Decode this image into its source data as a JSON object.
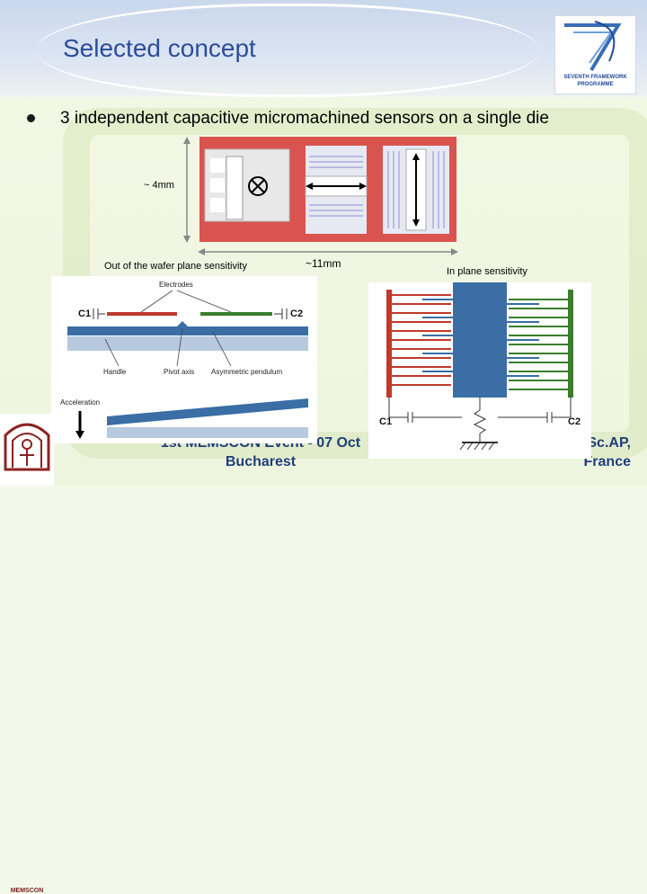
{
  "slide": {
    "title": "Selected concept",
    "bullet": "3 independent capacitive micromachined sensors on a single die"
  },
  "die_figure": {
    "dim_height": "~ 4mm",
    "dim_width": "~11mm",
    "caption_out_of_plane": "Out of the wafer plane sensitivity",
    "caption_in_plane": "In plane sensitivity"
  },
  "pendulum_diagram": {
    "electrodes_label": "Electrodes",
    "c1_label": "C1",
    "c2_label": "C2",
    "handle_label": "Handle",
    "pivot_label": "Pivot axis",
    "pendulum_label": "Asymmetric pendulum",
    "acceleration_label": "Acceleration"
  },
  "comb_diagram": {
    "c1_label": "C1",
    "c2_label": "C2"
  },
  "footer": {
    "event_line": "1st MEMSCON Event - 07 Oct",
    "city": "Bucharest",
    "right_line1": "Sc.AP,",
    "right_line2": "France"
  },
  "logos": {
    "fp7_line1": "SEVENTH FRAMEWORK",
    "fp7_line2": "PROGRAMME",
    "memscon": "MEMSCON"
  },
  "colors": {
    "title": "#2c4d9a",
    "die": "#d9534f",
    "electrode_red": "#c0392b",
    "electrode_green": "#3a7d2c",
    "proof_mass_blue": "#3a6ea5"
  }
}
